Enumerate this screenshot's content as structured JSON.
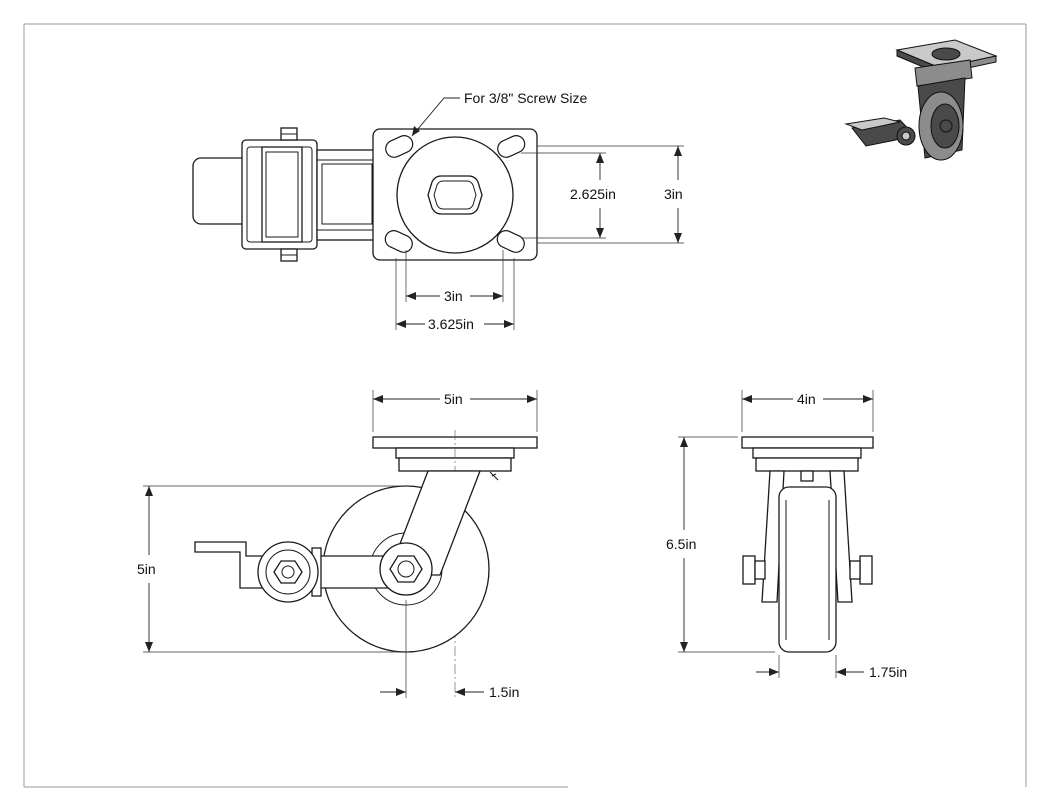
{
  "note": {
    "screw": "For 3/8\" Screw Size"
  },
  "dimensions": {
    "hole_spacing_vertical": "2.625in",
    "plate_height": "3in",
    "hole_spacing_horizontal": "3in",
    "plate_width_top": "3.625in",
    "plate_width_side": "5in",
    "wheel_diameter": "5in",
    "swivel_offset": "1.5in",
    "plate_width_front": "4in",
    "overall_height": "6.5in",
    "wheel_width": "1.75in"
  },
  "colors": {
    "line": "#1a1a1a",
    "frame": "#9a9a9a",
    "iso_dark": "#4a4a4a"
  }
}
